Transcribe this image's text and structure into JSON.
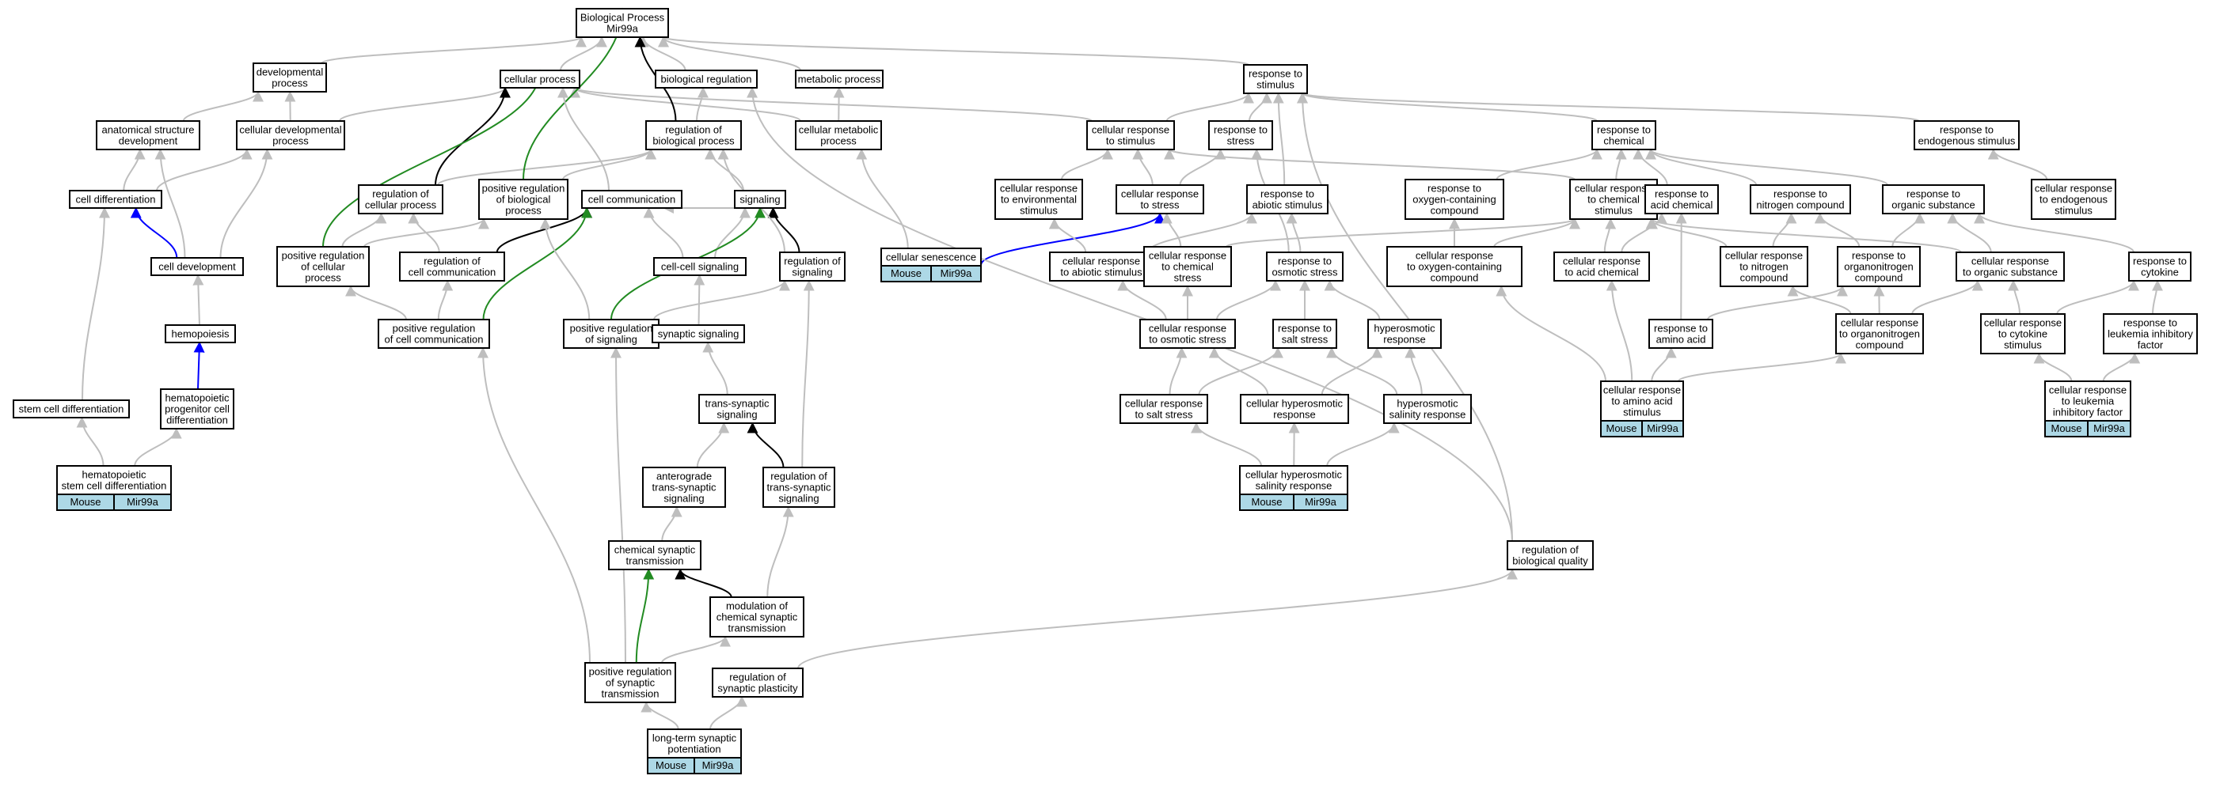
{
  "nodes": [
    {
      "id": "bp",
      "lines": [
        "Biological Process",
        "Mir99a"
      ]
    },
    {
      "id": "dev",
      "lines": [
        "developmental",
        "process"
      ]
    },
    {
      "id": "cp",
      "lines": [
        "cellular process"
      ]
    },
    {
      "id": "br",
      "lines": [
        "biological regulation"
      ]
    },
    {
      "id": "mp",
      "lines": [
        "metabolic process"
      ]
    },
    {
      "id": "rts",
      "lines": [
        "response to",
        "stimulus"
      ]
    },
    {
      "id": "asd",
      "lines": [
        "anatomical structure",
        "development"
      ]
    },
    {
      "id": "cdp",
      "lines": [
        "cellular developmental",
        "process"
      ]
    },
    {
      "id": "rbp",
      "lines": [
        "regulation of",
        "biological process"
      ]
    },
    {
      "id": "cmp",
      "lines": [
        "cellular metabolic",
        "process"
      ]
    },
    {
      "id": "crs",
      "lines": [
        "cellular response",
        "to stimulus"
      ]
    },
    {
      "id": "rstress",
      "lines": [
        "response to",
        "stress"
      ]
    },
    {
      "id": "rchem",
      "lines": [
        "response to",
        "chemical"
      ]
    },
    {
      "id": "rendo",
      "lines": [
        "response to",
        "endogenous stimulus"
      ]
    },
    {
      "id": "celldiff",
      "lines": [
        "cell differentiation"
      ]
    },
    {
      "id": "rcp",
      "lines": [
        "regulation of",
        "cellular process"
      ]
    },
    {
      "id": "prbp",
      "lines": [
        "positive regulation",
        "of biological",
        "process"
      ]
    },
    {
      "id": "cc",
      "lines": [
        "cell communication"
      ]
    },
    {
      "id": "sig",
      "lines": [
        "signaling"
      ]
    },
    {
      "id": "crenv",
      "lines": [
        "cellular response",
        "to environmental",
        "stimulus"
      ]
    },
    {
      "id": "crstress",
      "lines": [
        "cellular response",
        "to stress"
      ]
    },
    {
      "id": "rabio",
      "lines": [
        "response to",
        "abiotic stimulus"
      ]
    },
    {
      "id": "roxy",
      "lines": [
        "response to",
        "oxygen-containing",
        "compound"
      ]
    },
    {
      "id": "crchem",
      "lines": [
        "cellular response",
        "to chemical",
        "stimulus"
      ]
    },
    {
      "id": "racid",
      "lines": [
        "response to",
        "acid chemical"
      ]
    },
    {
      "id": "rnit",
      "lines": [
        "response to",
        "nitrogen compound"
      ]
    },
    {
      "id": "rorg",
      "lines": [
        "response to",
        "organic substance"
      ]
    },
    {
      "id": "crendo",
      "lines": [
        "cellular response",
        "to endogenous",
        "stimulus"
      ]
    },
    {
      "id": "celldev",
      "lines": [
        "cell development"
      ]
    },
    {
      "id": "prcp",
      "lines": [
        "positive regulation",
        "of cellular",
        "process"
      ]
    },
    {
      "id": "rcc",
      "lines": [
        "regulation of",
        "cell communication"
      ]
    },
    {
      "id": "ccs",
      "lines": [
        "cell-cell signaling"
      ]
    },
    {
      "id": "rsig",
      "lines": [
        "regulation of",
        "signaling"
      ]
    },
    {
      "id": "csen",
      "lines": [
        "cellular senescence"
      ],
      "leaf": true
    },
    {
      "id": "crabio",
      "lines": [
        "cellular response",
        "to abiotic stimulus"
      ]
    },
    {
      "id": "crcs",
      "lines": [
        "cellular response",
        "to chemical",
        "stress"
      ]
    },
    {
      "id": "rosm",
      "lines": [
        "response to",
        "osmotic stress"
      ]
    },
    {
      "id": "croxy",
      "lines": [
        "cellular response",
        "to oxygen-containing",
        "compound"
      ]
    },
    {
      "id": "cracid",
      "lines": [
        "cellular response",
        "to acid chemical"
      ]
    },
    {
      "id": "crnit",
      "lines": [
        "cellular response",
        "to nitrogen",
        "compound"
      ]
    },
    {
      "id": "rorgn",
      "lines": [
        "response to",
        "organonitrogen",
        "compound"
      ]
    },
    {
      "id": "crorg",
      "lines": [
        "cellular response",
        "to organic substance"
      ]
    },
    {
      "id": "rcyt",
      "lines": [
        "response to",
        "cytokine"
      ]
    },
    {
      "id": "hemo",
      "lines": [
        "hemopoiesis"
      ]
    },
    {
      "id": "prcc",
      "lines": [
        "positive regulation",
        "of cell communication"
      ]
    },
    {
      "id": "prsig",
      "lines": [
        "positive regulation",
        "of signaling"
      ]
    },
    {
      "id": "synsig",
      "lines": [
        "synaptic signaling"
      ]
    },
    {
      "id": "crosm",
      "lines": [
        "cellular response",
        "to osmotic stress"
      ]
    },
    {
      "id": "rsalt",
      "lines": [
        "response to",
        "salt stress"
      ]
    },
    {
      "id": "hyper",
      "lines": [
        "hyperosmotic",
        "response"
      ]
    },
    {
      "id": "raa",
      "lines": [
        "response to",
        "amino acid"
      ]
    },
    {
      "id": "crorgn",
      "lines": [
        "cellular response",
        "to organonitrogen",
        "compound"
      ]
    },
    {
      "id": "crcyt",
      "lines": [
        "cellular response",
        "to cytokine",
        "stimulus"
      ]
    },
    {
      "id": "rlif",
      "lines": [
        "response to",
        "leukemia inhibitory",
        "factor"
      ]
    },
    {
      "id": "hpcd",
      "lines": [
        "hematopoietic",
        "progenitor cell",
        "differentiation"
      ]
    },
    {
      "id": "scd",
      "lines": [
        "stem cell differentiation"
      ]
    },
    {
      "id": "tss",
      "lines": [
        "trans-synaptic",
        "signaling"
      ]
    },
    {
      "id": "crsalt",
      "lines": [
        "cellular response",
        "to salt stress"
      ]
    },
    {
      "id": "crhyper",
      "lines": [
        "cellular hyperosmotic",
        "response"
      ]
    },
    {
      "id": "hsr",
      "lines": [
        "hyperosmotic",
        "salinity response"
      ]
    },
    {
      "id": "craa",
      "lines": [
        "cellular response",
        "to amino acid",
        "stimulus"
      ],
      "leaf": true
    },
    {
      "id": "crlif",
      "lines": [
        "cellular response",
        "to leukemia",
        "inhibitory factor"
      ],
      "leaf": true
    },
    {
      "id": "hscd",
      "lines": [
        "hematopoietic",
        "stem cell differentiation"
      ],
      "leaf": true
    },
    {
      "id": "ats",
      "lines": [
        "anterograde",
        "trans-synaptic",
        "signaling"
      ]
    },
    {
      "id": "rtss",
      "lines": [
        "regulation of",
        "trans-synaptic",
        "signaling"
      ]
    },
    {
      "id": "crhsr",
      "lines": [
        "cellular hyperosmotic",
        "salinity response"
      ],
      "leaf": true
    },
    {
      "id": "cst",
      "lines": [
        "chemical synaptic",
        "transmission"
      ]
    },
    {
      "id": "rbq",
      "lines": [
        "regulation of",
        "biological quality"
      ]
    },
    {
      "id": "mcst",
      "lines": [
        "modulation of",
        "chemical synaptic",
        "transmission"
      ]
    },
    {
      "id": "prst",
      "lines": [
        "positive regulation",
        "of synaptic",
        "transmission"
      ]
    },
    {
      "id": "rsp",
      "lines": [
        "regulation of",
        "synaptic plasticity"
      ]
    },
    {
      "id": "ltp",
      "lines": [
        "long-term synaptic",
        "potentiation"
      ],
      "leaf": true
    }
  ],
  "leaf_labels": [
    "Mouse",
    "Mir99a"
  ],
  "edge_colors": {
    "is_a": "#bebebe",
    "part_of": "#000000",
    "pos_reg": "#228b22",
    "neg_reg": "#ff0000",
    "reg": "#0000ff"
  }
}
